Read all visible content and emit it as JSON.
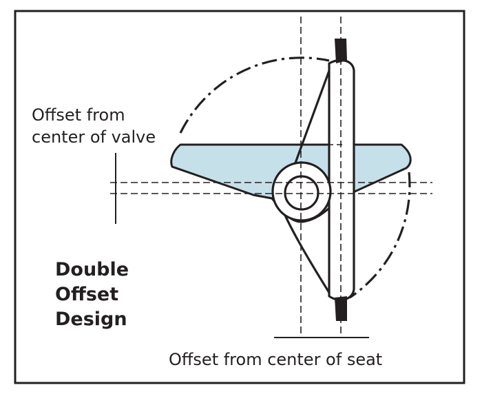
{
  "labels": {
    "offset_valve_line1": "Offset from",
    "offset_valve_line2": "center of valve",
    "offset_seat": "Offset from center of seat"
  },
  "title": {
    "line1": "Double",
    "line2": "Offset",
    "line3": "Design"
  },
  "colors": {
    "ink": "#231f20",
    "disc_fill": "#c6e0ea",
    "background": "#ffffff"
  }
}
